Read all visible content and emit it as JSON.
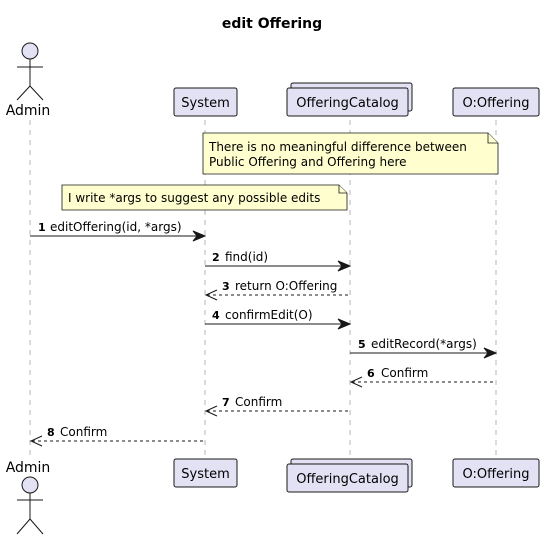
{
  "diagram": {
    "title": "edit Offering",
    "participants": {
      "admin": "Admin",
      "system": "System",
      "catalog": "OfferingCatalog",
      "offering": "O:Offering"
    },
    "notes": {
      "note1_line1": "There is no meaningful difference between",
      "note1_line2": "Public Offering and Offering here",
      "note2": "I write *args to suggest any possible edits"
    },
    "messages": [
      {
        "num": "1",
        "text": "editOffering(id, *args)",
        "from": "admin",
        "to": "system",
        "style": "solid"
      },
      {
        "num": "2",
        "text": "find(id)",
        "from": "system",
        "to": "catalog",
        "style": "solid"
      },
      {
        "num": "3",
        "text": "return O:Offering",
        "from": "catalog",
        "to": "system",
        "style": "dashed"
      },
      {
        "num": "4",
        "text": "confirmEdit(O)",
        "from": "system",
        "to": "catalog",
        "style": "solid"
      },
      {
        "num": "5",
        "text": "editRecord(*args)",
        "from": "catalog",
        "to": "offering",
        "style": "solid"
      },
      {
        "num": "6",
        "text": "Confirm",
        "from": "offering",
        "to": "catalog",
        "style": "dashed"
      },
      {
        "num": "7",
        "text": "Confirm",
        "from": "catalog",
        "to": "system",
        "style": "dashed"
      },
      {
        "num": "8",
        "text": "Confirm",
        "from": "system",
        "to": "admin",
        "style": "dashed"
      }
    ]
  }
}
